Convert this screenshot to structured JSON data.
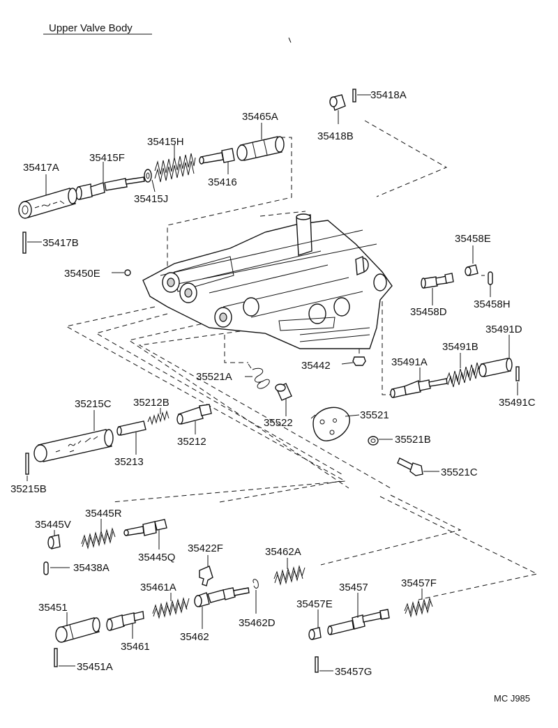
{
  "title": "Upper Valve Body",
  "code": "MC  J985",
  "labels": {
    "p35418A": "35418A",
    "p35418B": "35418B",
    "p35465A": "35465A",
    "p35415H": "35415H",
    "p35415F": "35415F",
    "p35417A": "35417A",
    "p35416": "35416",
    "p35415J": "35415J",
    "p35417B": "35417B",
    "p35450E": "35450E",
    "p35458E": "35458E",
    "p35458D": "35458D",
    "p35458H": "35458H",
    "p35491D": "35491D",
    "p35491B": "35491B",
    "p35491A": "35491A",
    "p35491C": "35491C",
    "p35442": "35442",
    "p35521A": "35521A",
    "p35522": "35522",
    "p35521": "35521",
    "p35521B": "35521B",
    "p35521C": "35521C",
    "p35215C": "35215C",
    "p35212B": "35212B",
    "p35212": "35212",
    "p35213": "35213",
    "p35215B": "35215B",
    "p35445V": "35445V",
    "p35445R": "35445R",
    "p35445Q": "35445Q",
    "p35438A": "35438A",
    "p35422F": "35422F",
    "p35462A": "35462A",
    "p35461A": "35461A",
    "p35451": "35451",
    "p35461": "35461",
    "p35462": "35462",
    "p35462D": "35462D",
    "p35457E": "35457E",
    "p35457": "35457",
    "p35457F": "35457F",
    "p35451A": "35451A",
    "p35457G": "35457G"
  }
}
